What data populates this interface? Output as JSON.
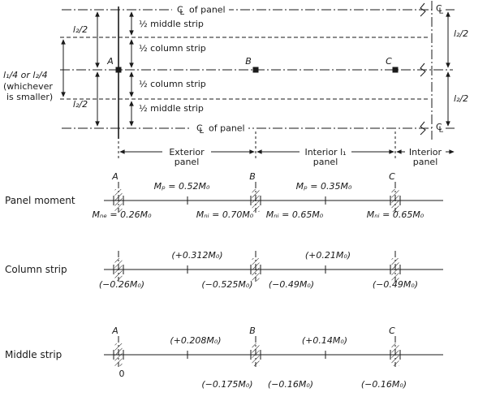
{
  "symbols": {
    "cl_c": "C",
    "cl_l": "L"
  },
  "plan": {
    "cl_top_text": "of panel",
    "cl_bottom_text": "of panel",
    "strips": {
      "middle_top": "½ middle strip",
      "column_top": "½ column strip",
      "column_bottom": "½ column strip",
      "middle_bottom": "½ middle strip"
    },
    "dims": {
      "l2_left_top": "l₂/2",
      "l2_left_bottom": "l₂/2",
      "l2_right_top": "l₂/2",
      "l2_right_bottom": "l₂/2",
      "strip_width_1": "l₁/4 or l₂/4",
      "strip_width_2": "(whichever",
      "strip_width_3": "is smaller)"
    },
    "points": {
      "a": "A",
      "b": "B",
      "c": "C"
    },
    "spans": {
      "exterior_top": "Exterior",
      "exterior_bottom": "panel",
      "interior1_top": "Interior l₁",
      "interior1_bottom": "panel",
      "interior2_top": "Interior",
      "interior2_bottom": "panel"
    }
  },
  "panel_moment": {
    "label": "Panel moment",
    "a": "A",
    "b": "B",
    "c": "C",
    "pos_ab": "Mₚ = 0.52M₀",
    "pos_bc": "Mₚ = 0.35M₀",
    "neg_a": "Mₙₑ = 0.26M₀",
    "neg_b_left": "Mₙᵢ = 0.70M₀",
    "neg_b_right": "Mₙᵢ = 0.65M₀",
    "neg_c": "Mₙᵢ = 0.65M₀"
  },
  "column_strip": {
    "label": "Column strip",
    "pos_ab": "(+0.312M₀)",
    "pos_bc": "(+0.21M₀)",
    "neg_a": "(−0.26M₀)",
    "neg_b_left": "(−0.525M₀)",
    "neg_b_right": "(−0.49M₀)",
    "neg_c": "(−0.49M₀)"
  },
  "middle_strip": {
    "label": "Middle strip",
    "a": "A",
    "b": "B",
    "c": "C",
    "pos_ab": "(+0.208M₀)",
    "pos_bc": "(+0.14M₀)",
    "neg_a": "0",
    "neg_b_left": "(−0.175M₀)",
    "neg_b_right": "(−0.16M₀)",
    "neg_c": "(−0.16M₀)"
  }
}
